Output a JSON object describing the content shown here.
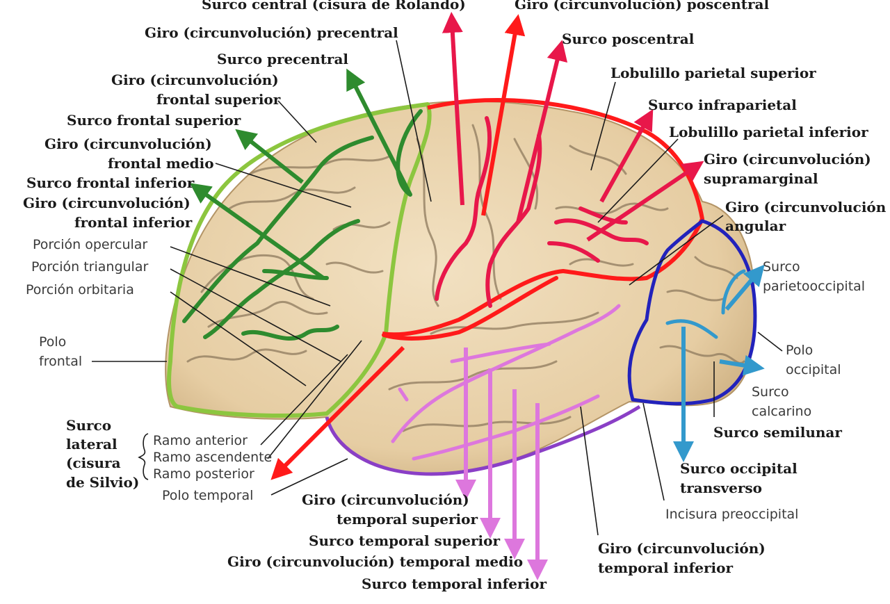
{
  "colors": {
    "frontal": "#8cc63f",
    "frontal_sulci": "#2e8b2e",
    "parietal": "#ff2020",
    "parietal_sulci": "#e8174a",
    "temporal": "#8a3fc6",
    "temporal_sulci": "#dd77dd",
    "occipital": "#2222bb",
    "occipital_sulci": "#3399cc",
    "brain": "#e9d3ae"
  },
  "labels": {
    "surco_central": "Surco central (cisura de Rolando)",
    "giro_poscentral": "Giro (circunvolución) poscentral",
    "giro_precentral": "Giro (circunvolución) precentral",
    "surco_poscentral": "Surco poscentral",
    "surco_precentral": "Surco precentral",
    "lobulillo_parietal_superior": "Lobulillo parietal superior",
    "giro_frontal_superior_1": "Giro (circunvolución)",
    "giro_frontal_superior_2": "frontal superior",
    "surco_infraparietal": "Surco infraparietal",
    "surco_frontal_superior": "Surco frontal superior",
    "lobulillo_parietal_inferior": "Lobulillo parietal inferior",
    "giro_frontal_medio_1": "Giro (circunvolución)",
    "giro_frontal_medio_2": "frontal medio",
    "giro_supramarginal_1": "Giro (circunvolución)",
    "giro_supramarginal_2": "supramarginal",
    "surco_frontal_inferior": "Surco frontal inferior",
    "giro_frontal_inferior_1": "Giro (circunvolución)",
    "giro_frontal_inferior_2": "frontal inferior",
    "giro_angular_1": "Giro (circunvolución",
    "giro_angular_2": "angular",
    "porcion_opercular": "Porción opercular",
    "porcion_triangular": "Porción triangular",
    "porcion_orbitaria": "Porción orbitaria",
    "surco_parietooccipital_1": "Surco",
    "surco_parietooccipital_2": "parietooccipital",
    "polo_frontal_1": "Polo",
    "polo_frontal_2": "frontal",
    "polo_occipital_1": "Polo",
    "polo_occipital_2": "occipital",
    "surco_calcarino_1": "Surco",
    "surco_calcarino_2": "calcarino",
    "surco_semilunar": "Surco semilunar",
    "surco_lateral_1": "Surco",
    "surco_lateral_2": "lateral",
    "surco_lateral_3": "(cisura",
    "surco_lateral_4": "de Silvio)",
    "ramo_anterior": "Ramo anterior",
    "ramo_ascendente": "Ramo ascendente",
    "ramo_posterior": "Ramo posterior",
    "polo_temporal": "Polo temporal",
    "surco_occipital_transverso_1": "Surco occipital",
    "surco_occipital_transverso_2": "transverso",
    "incisura_preoccipital": "Incisura preoccipital",
    "giro_temporal_superior_1": "Giro (circunvolución)",
    "giro_temporal_superior_2": "temporal superior",
    "surco_temporal_superior": "Surco temporal superior",
    "giro_temporal_medio": "Giro (circunvolución) temporal medio",
    "surco_temporal_inferior": "Surco temporal inferior",
    "giro_temporal_inferior_1": "Giro (circunvolución)",
    "giro_temporal_inferior_2": "temporal inferior"
  }
}
